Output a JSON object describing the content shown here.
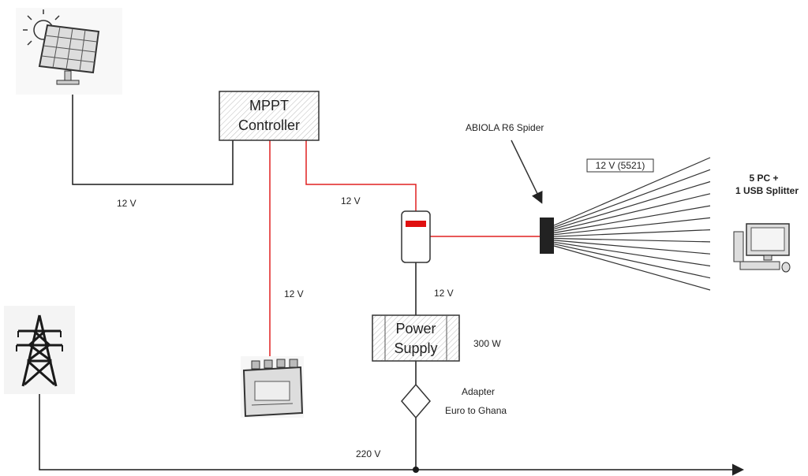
{
  "labels": {
    "mppt_line1": "MPPT",
    "mppt_line2": "Controller",
    "spider": "ABIOLA R6 Spider",
    "spider_output": "12 V (5521)",
    "pc_line1": "5 PC +",
    "pc_line2": "1 USB Splitter",
    "solar_to_mppt_voltage": "12 V",
    "mppt_to_fuse_voltage": "12 V",
    "battery_voltage": "12 V",
    "fuse_to_psu_voltage": "12 V",
    "psu_line1": "Power",
    "psu_line2": "Supply",
    "psu_power": "300 W",
    "adapter_line1": "Adapter",
    "adapter_line2": "Euro to Ghana",
    "grid_voltage": "220 V"
  },
  "icons": {
    "solar": "solar-panel-icon",
    "tower": "power-tower-icon",
    "battery": "battery-icon",
    "computer": "computer-icon"
  },
  "colors": {
    "dc_wire": "#e02020",
    "ground_wire": "#1a1a1a",
    "fuse_indicator": "#e01010",
    "spider_block": "#222222"
  }
}
